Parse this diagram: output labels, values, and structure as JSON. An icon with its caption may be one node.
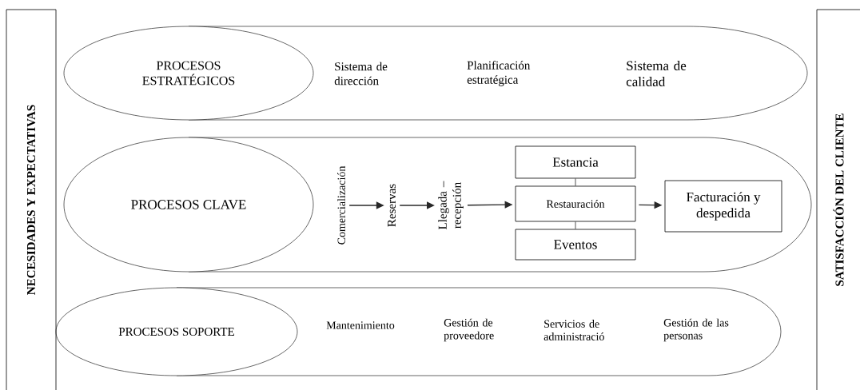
{
  "diagram": {
    "nodes": [
      {
        "text": [
          "NECESIDADES Y EXPECTATIVAS"
        ]
      },
      {
        "text": [
          "Sistema de dirección",
          "Planificación estratégica",
          "Sistema de calidad"
        ]
      },
      {
        "text": [
          "PROCESOS ESTRATÉGICOS"
        ]
      },
      {
        "text": [],
        "shape": "band"
      },
      {
        "text": [
          "PROCESOS CLAVE"
        ]
      },
      {
        "text": [
          "Comercialización"
        ],
        "in": 3
      },
      {
        "text": [
          "Reservas"
        ],
        "in": 3
      },
      {
        "text": [
          "Llegada – recepción"
        ],
        "in": 3
      },
      {
        "text": [
          "Estancia"
        ],
        "in": 3
      },
      {
        "text": [
          "Restauración"
        ],
        "in": 3
      },
      {
        "text": [
          "Eventos"
        ],
        "in": 3
      },
      {
        "text": [
          "Facturación y despedida"
        ],
        "in": 3
      },
      {
        "text": [
          "Mantenimiento",
          "Gestión de proveedore",
          "Servicios de administració",
          "Gestión de las personas"
        ]
      },
      {
        "text": [
          "PROCESOS SOPORTE"
        ]
      },
      {
        "text": [
          "SATISFACCIÓN DEL CLIENTE"
        ]
      }
    ],
    "edges": [
      {
        "from": 5,
        "to": 6,
        "arrow": "to"
      },
      {
        "from": 6,
        "to": 7,
        "arrow": "to"
      },
      {
        "from": 7,
        "to": 9,
        "arrow": "to"
      },
      {
        "from": 9,
        "to": 11,
        "arrow": "to"
      },
      {
        "from": 8,
        "to": 9,
        "arrow": "none"
      },
      {
        "from": 9,
        "to": 10,
        "arrow": "none"
      }
    ]
  }
}
